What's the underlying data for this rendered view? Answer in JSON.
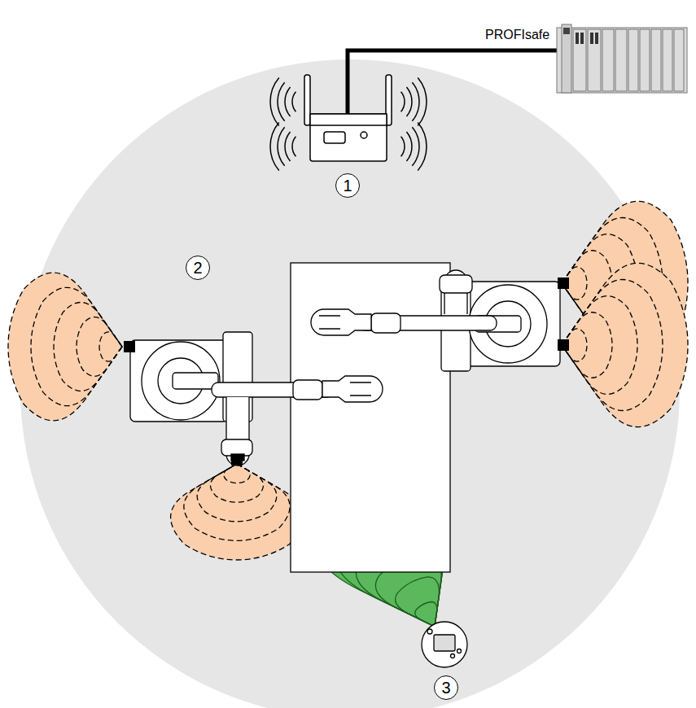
{
  "diagram": {
    "labels": [
      "PROFIsafe",
      "1",
      "2",
      "3"
    ]
  }
}
